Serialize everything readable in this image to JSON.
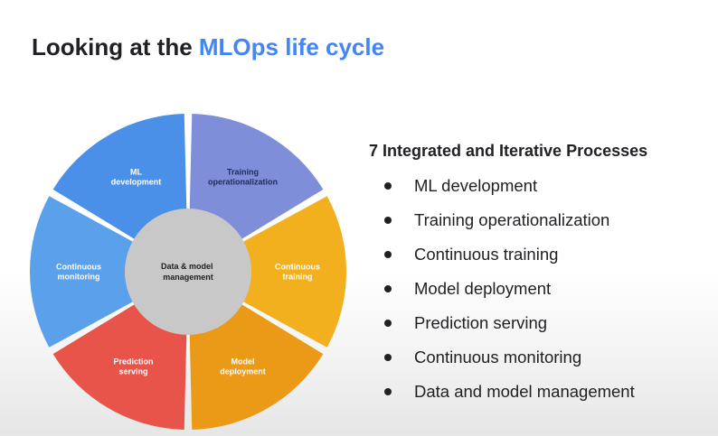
{
  "slide": {
    "title_prefix": "Looking at the ",
    "title_highlight": "MLOps life cycle",
    "accent_color": "#4285f4"
  },
  "cycle": {
    "hub": {
      "label_lines": [
        "Data & model",
        "management"
      ],
      "color": "#c8c8c8"
    },
    "segments": [
      {
        "id": "ml-development",
        "label_lines": [
          "ML",
          "development"
        ],
        "color": "#4a90e8"
      },
      {
        "id": "training-operationalization",
        "label_lines": [
          "Training",
          "operationalization"
        ],
        "color": "#7e8ed8"
      },
      {
        "id": "continuous-training",
        "label_lines": [
          "Continuous",
          "training"
        ],
        "color": "#f2b01e"
      },
      {
        "id": "model-deployment",
        "label_lines": [
          "Model",
          "deployment"
        ],
        "color": "#eb9a17"
      },
      {
        "id": "prediction-serving",
        "label_lines": [
          "Prediction",
          "serving"
        ],
        "color": "#e8544a"
      },
      {
        "id": "continuous-monitoring",
        "label_lines": [
          "Continuous",
          "monitoring"
        ],
        "color": "#5aa0ea"
      }
    ]
  },
  "processes": {
    "heading": "7 Integrated and Iterative Processes",
    "items": [
      "ML development",
      "Training operationalization",
      "Continuous training",
      "Model deployment",
      "Prediction serving",
      "Continuous monitoring",
      "Data and model management"
    ]
  }
}
